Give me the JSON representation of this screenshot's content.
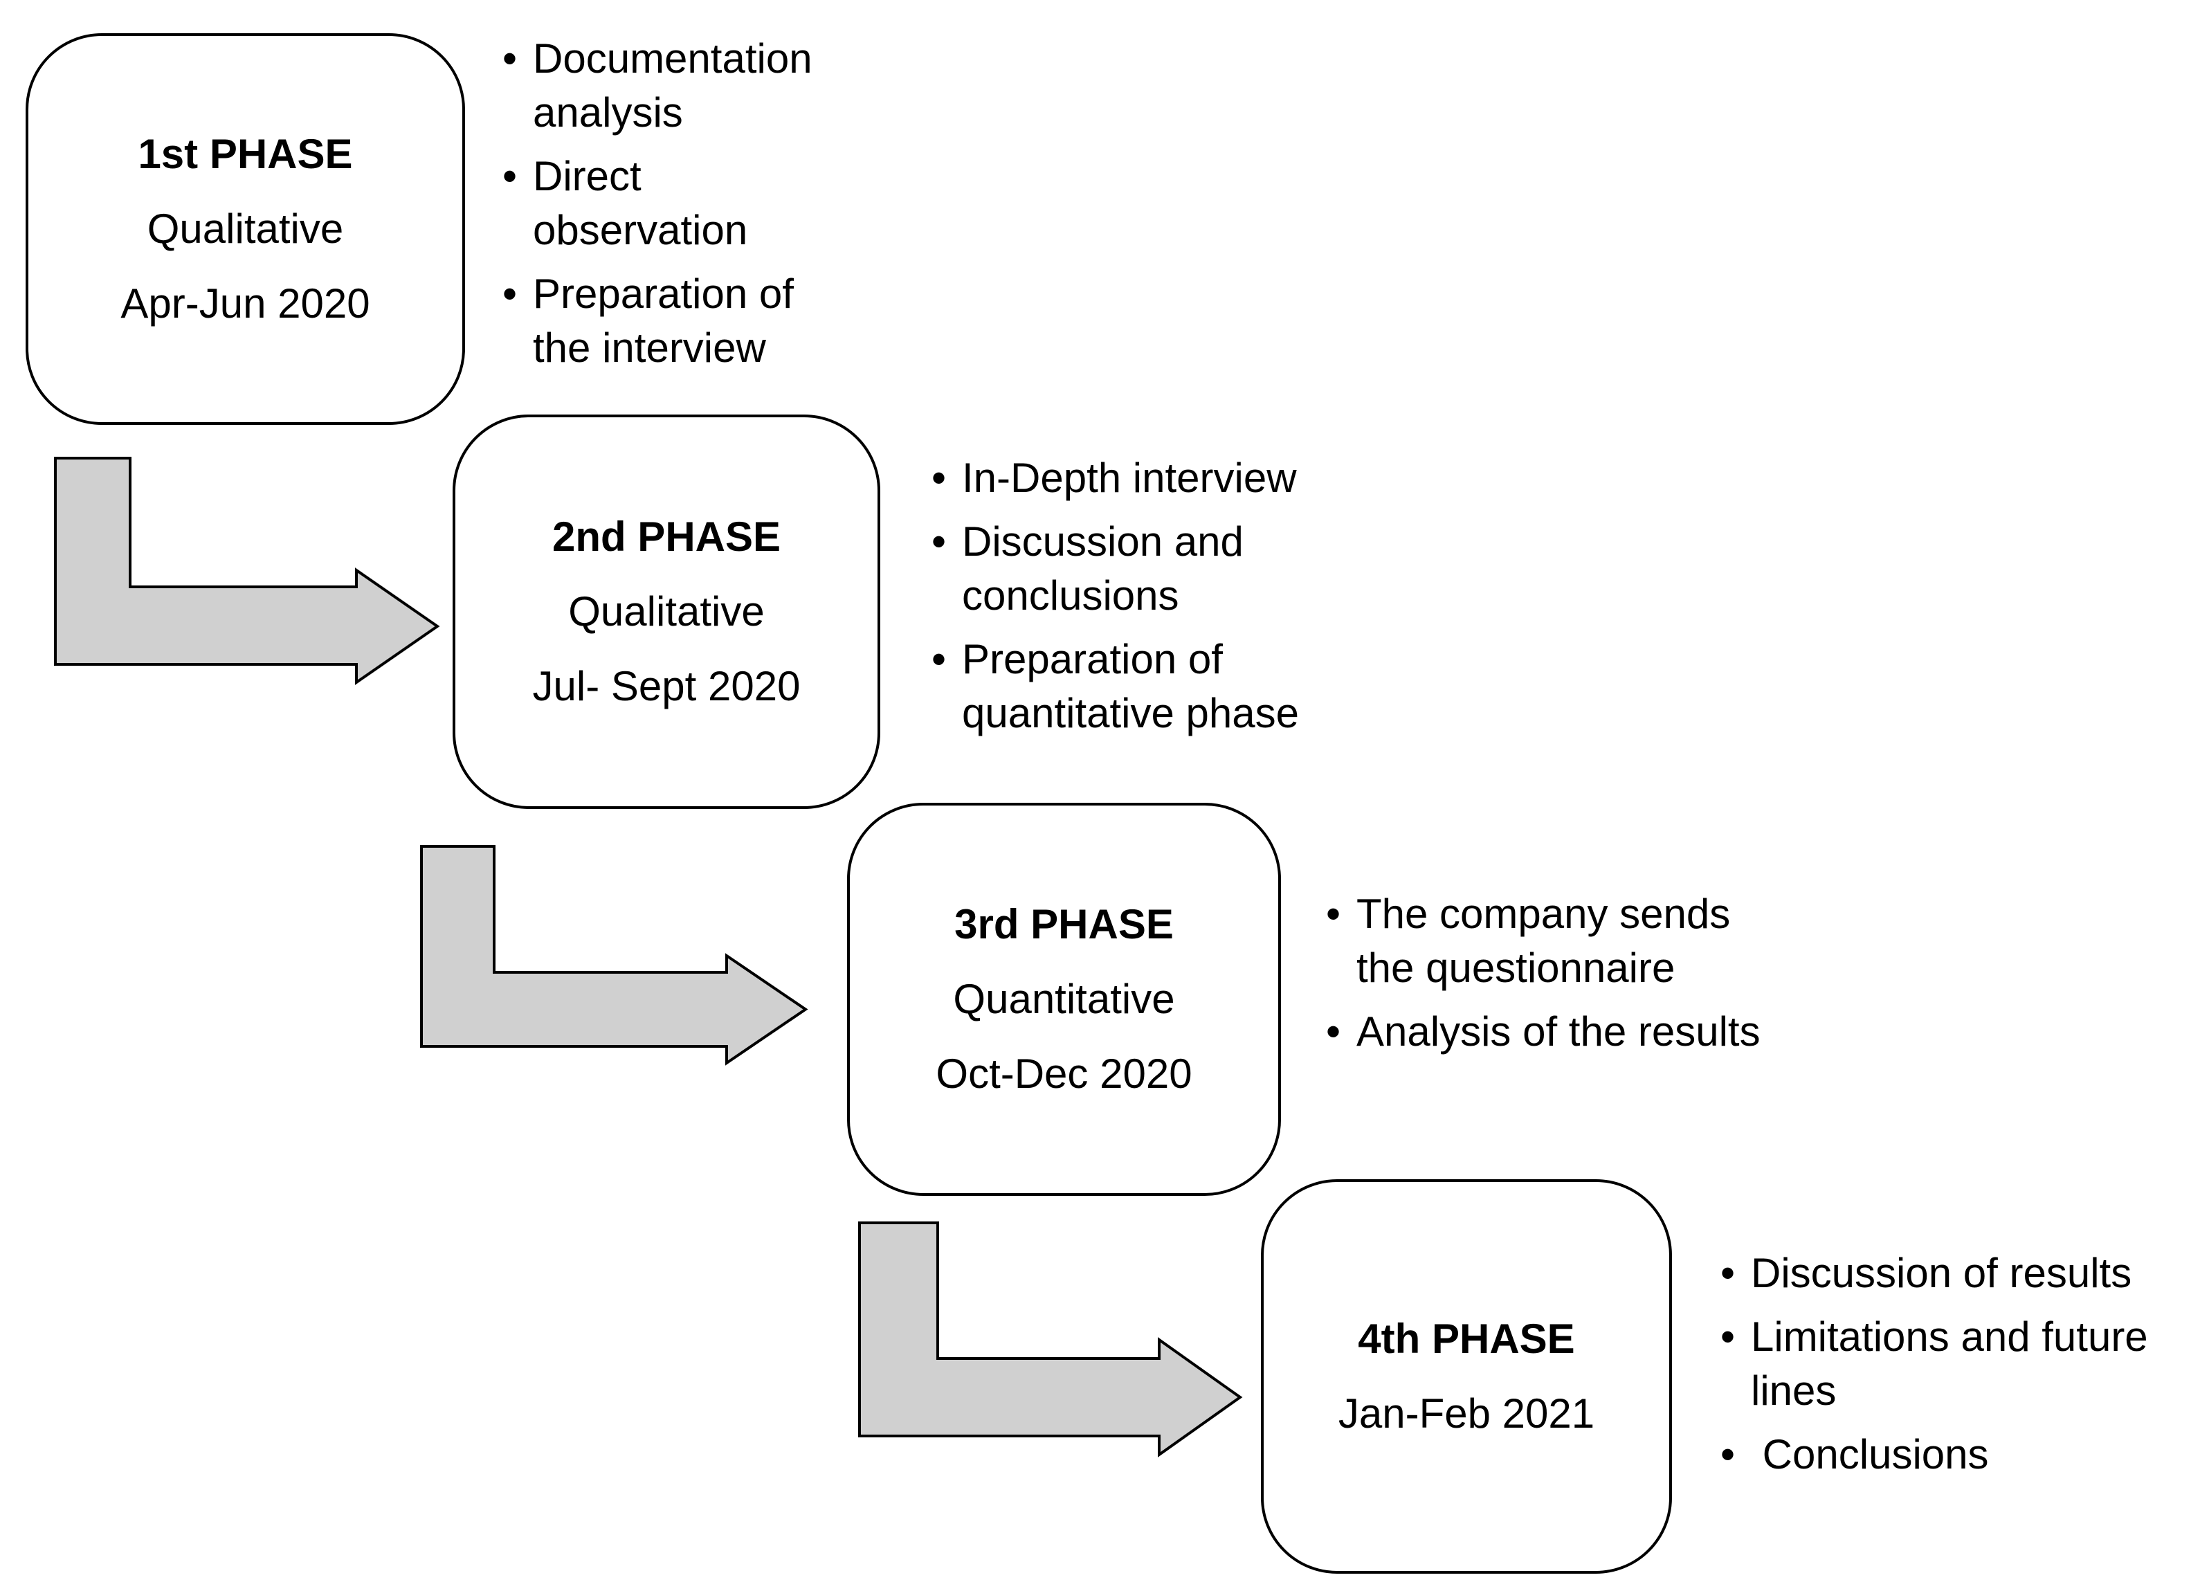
{
  "colors": {
    "box_border": "#000000",
    "box_fill": "#ffffff",
    "arrow_fill": "#d0d0d0",
    "arrow_border": "#000000",
    "text": "#000000"
  },
  "phases": [
    {
      "title": "1st PHASE",
      "lines": [
        "Qualitative",
        "Apr-Jun 2020"
      ],
      "bullets": [
        "Documentation\nanalysis",
        "Direct\nobservation",
        "Preparation of\nthe interview"
      ]
    },
    {
      "title": "2nd PHASE",
      "lines": [
        "Qualitative",
        "Jul- Sept 2020"
      ],
      "bullets": [
        "In-Depth interview",
        "Discussion and\nconclusions",
        "Preparation of\nquantitative phase"
      ]
    },
    {
      "title": "3rd PHASE",
      "lines": [
        "Quantitative",
        "Oct-Dec 2020"
      ],
      "bullets": [
        "The company sends\nthe questionnaire",
        "Analysis of the results"
      ]
    },
    {
      "title": "4th PHASE",
      "lines": [
        "Jan-Feb 2021"
      ],
      "bullets": [
        "Discussion of results",
        "Limitations and future\nlines",
        " Conclusions"
      ]
    }
  ],
  "bullet_symbol": "•"
}
